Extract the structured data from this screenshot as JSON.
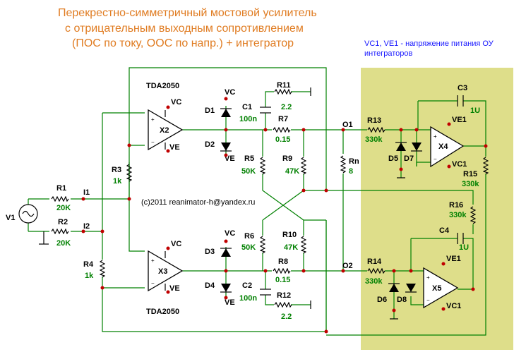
{
  "title": {
    "line1": "Перекрестно-симметричный мостовой усилитель",
    "line2": "с отрицательным выходным сопротивлением",
    "line3": "(ПОС по току, ООС по напр.) + интегратор"
  },
  "integrator_note": {
    "line1": "VC1, VE1 - напряжение питания ОУ",
    "line2": "интеграторов"
  },
  "copyright": "(c)2011 reanimator-h@yandex.ru",
  "colors": {
    "title": "#e07c22",
    "note": "#1a1aff",
    "wire": "#008000",
    "value": "#008000",
    "node": "#c00000",
    "panel": "#dede8a"
  },
  "chips": {
    "top": "TDA2050",
    "bottom": "TDA2050"
  },
  "opamps": {
    "x2": "X2",
    "x3": "X3",
    "x4": "X4",
    "x5": "X5"
  },
  "supplies": {
    "vc": "VC",
    "ve": "VE",
    "vc1": "VC1",
    "ve1": "VE1"
  },
  "source": {
    "ref": "V1"
  },
  "nodes": {
    "i1": "I1",
    "i2": "I2",
    "o1": "O1",
    "o2": "O2"
  },
  "resistors": {
    "r1": {
      "ref": "R1",
      "value": "20K"
    },
    "r2": {
      "ref": "R2",
      "value": "20K"
    },
    "r3": {
      "ref": "R3",
      "value": "1k"
    },
    "r4": {
      "ref": "R4",
      "value": "1k"
    },
    "r5": {
      "ref": "R5",
      "value": "50K"
    },
    "r6": {
      "ref": "R6",
      "value": "50K"
    },
    "r7": {
      "ref": "R7",
      "value": "0.15"
    },
    "r8": {
      "ref": "R8",
      "value": "0.15"
    },
    "r9": {
      "ref": "R9",
      "value": "47K"
    },
    "r10": {
      "ref": "R10",
      "value": "47K"
    },
    "r11": {
      "ref": "R11",
      "value": "2.2"
    },
    "r12": {
      "ref": "R12",
      "value": "2.2"
    },
    "r13": {
      "ref": "R13",
      "value": "330k"
    },
    "r14": {
      "ref": "R14",
      "value": "330k"
    },
    "r15": {
      "ref": "R15",
      "value": "330k"
    },
    "r16": {
      "ref": "R16",
      "value": "330k"
    },
    "rn": {
      "ref": "Rn",
      "value": "8"
    }
  },
  "capacitors": {
    "c1": {
      "ref": "C1",
      "value": "100n"
    },
    "c2": {
      "ref": "C2",
      "value": "100n"
    },
    "c3": {
      "ref": "C3",
      "value": "1U"
    },
    "c4": {
      "ref": "C4",
      "value": "1U"
    }
  },
  "diodes": {
    "d1": "D1",
    "d2": "D2",
    "d3": "D3",
    "d4": "D4",
    "d5": "D5",
    "d6": "D6",
    "d7": "D7",
    "d8": "D8"
  }
}
